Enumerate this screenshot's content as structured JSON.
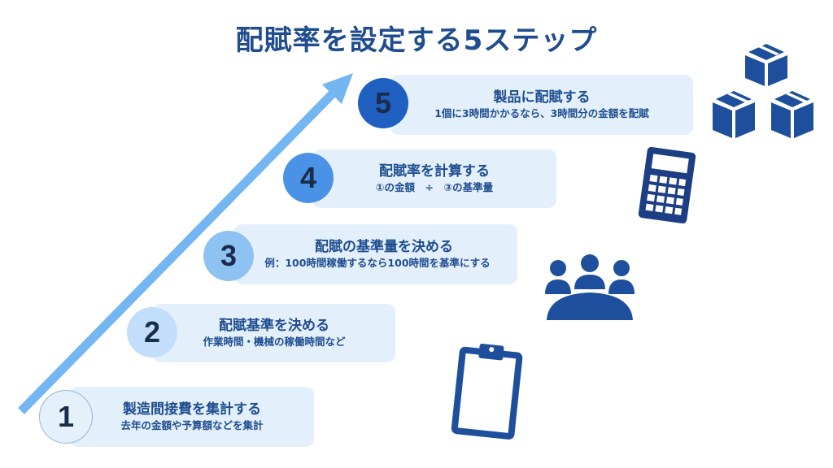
{
  "title": "配賦率を設定する5ステップ",
  "steps": [
    {
      "number": "1",
      "heading": "製造間接費を集計する",
      "sub": "去年の金額や予算額などを集計"
    },
    {
      "number": "2",
      "heading": "配賦基準を決める",
      "sub": "作業時間・機械の稼働時間など"
    },
    {
      "number": "3",
      "heading": "配賦の基準量を決める",
      "sub": "例：100時間稼働するなら100時間を基準にする"
    },
    {
      "number": "4",
      "heading": "配賦率を計算する",
      "sub": "①の金額　÷　③の基準量"
    },
    {
      "number": "5",
      "heading": "製品に配賦する",
      "sub": "1個に3時間かかるなら、3時間分の金額を配賦"
    }
  ],
  "colors": {
    "title": "#1f4d8f",
    "card_bg": "#e3f0fb",
    "icon": "#1d4f9c",
    "arrow": "#74b6f2",
    "circles": [
      "#e4f0fa",
      "#c2defa",
      "#8ec2f3",
      "#4a92e6",
      "#1f5fc0"
    ]
  },
  "icons": [
    "boxes-icon",
    "calculator-icon",
    "group-meeting-icon",
    "clipboard-icon"
  ]
}
